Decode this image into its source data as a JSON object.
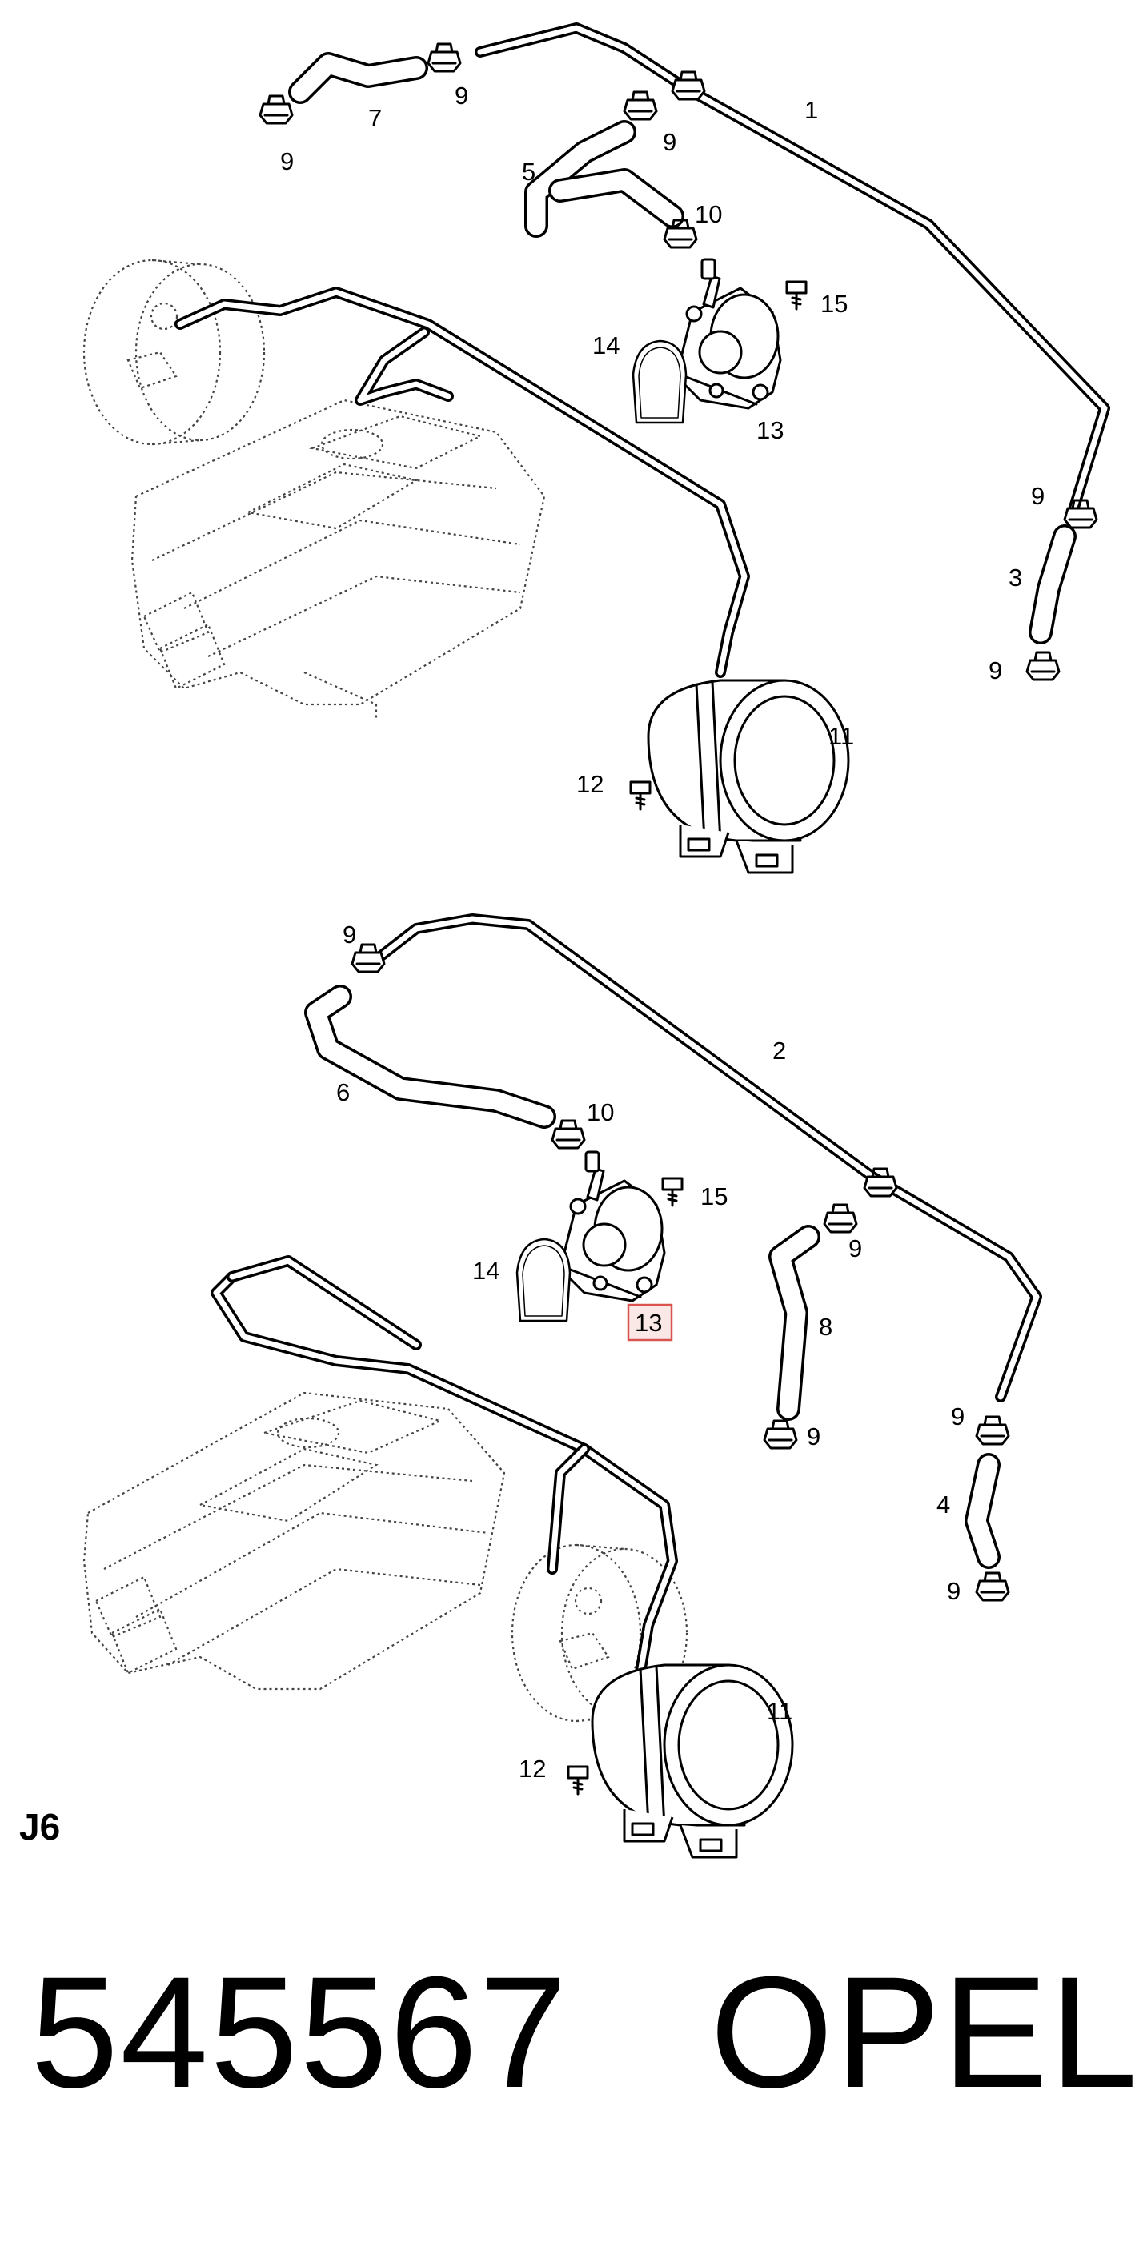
{
  "diagram": {
    "sheet_id": "J6",
    "part_number": "545567",
    "brand": "OPEL",
    "highlighted_callout": "13",
    "highlight_color": "#d9534f",
    "top_view": {
      "callouts": [
        {
          "id": "t-1",
          "text": "1"
        },
        {
          "id": "t-3",
          "text": "3"
        },
        {
          "id": "t-5",
          "text": "5"
        },
        {
          "id": "t-7",
          "text": "7"
        },
        {
          "id": "t-9a",
          "text": "9"
        },
        {
          "id": "t-9b",
          "text": "9"
        },
        {
          "id": "t-9c",
          "text": "9"
        },
        {
          "id": "t-9d",
          "text": "9"
        },
        {
          "id": "t-9e",
          "text": "9"
        },
        {
          "id": "t-10",
          "text": "10"
        },
        {
          "id": "t-11",
          "text": "11"
        },
        {
          "id": "t-12",
          "text": "12"
        },
        {
          "id": "t-13",
          "text": "13"
        },
        {
          "id": "t-14",
          "text": "14"
        },
        {
          "id": "t-15",
          "text": "15"
        }
      ]
    },
    "bottom_view": {
      "callouts": [
        {
          "id": "b-2",
          "text": "2"
        },
        {
          "id": "b-4",
          "text": "4"
        },
        {
          "id": "b-6",
          "text": "6"
        },
        {
          "id": "b-8",
          "text": "8"
        },
        {
          "id": "b-9a",
          "text": "9"
        },
        {
          "id": "b-9b",
          "text": "9"
        },
        {
          "id": "b-9c",
          "text": "9"
        },
        {
          "id": "b-9d",
          "text": "9"
        },
        {
          "id": "b-9e",
          "text": "9"
        },
        {
          "id": "b-10",
          "text": "10"
        },
        {
          "id": "b-11",
          "text": "11"
        },
        {
          "id": "b-12",
          "text": "12"
        },
        {
          "id": "b-13",
          "text": "13"
        },
        {
          "id": "b-14",
          "text": "14"
        },
        {
          "id": "b-15",
          "text": "15"
        }
      ]
    }
  }
}
